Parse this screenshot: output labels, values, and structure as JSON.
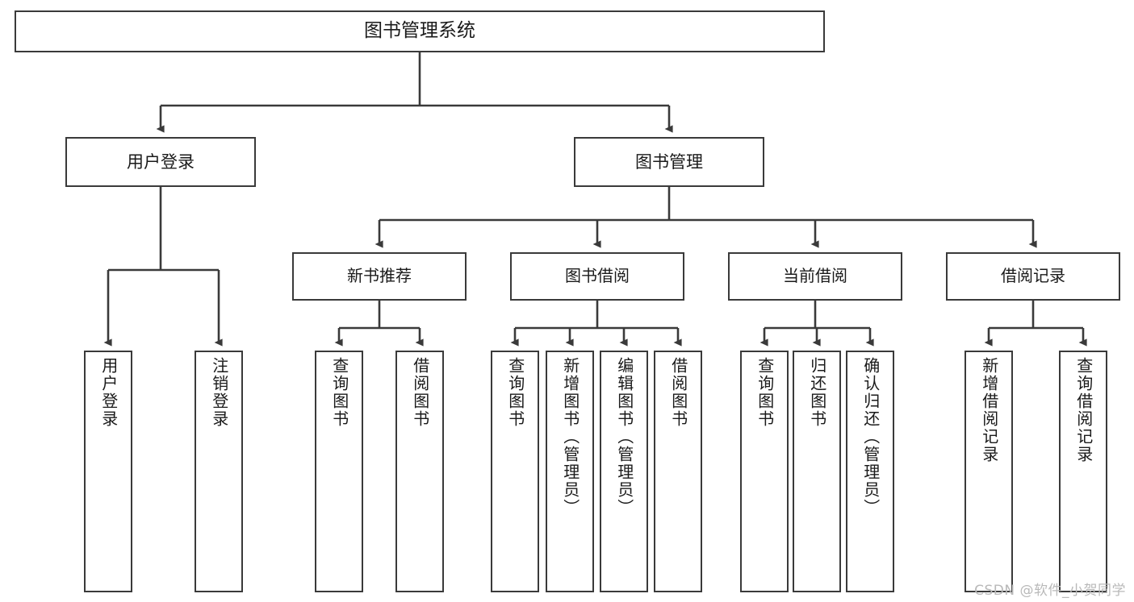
{
  "diagram": {
    "title": "图书管理系统",
    "type": "tree",
    "orientation": "top-down",
    "line_color": "#3a3a3a",
    "box_fill": "#ffffff",
    "text_color": "#1a1a1a",
    "root": {
      "label": "图书管理系统",
      "children": [
        {
          "label": "用户登录",
          "children": [
            {
              "label": "用户登录"
            },
            {
              "label": "注销登录"
            }
          ]
        },
        {
          "label": "图书管理",
          "children": [
            {
              "label": "新书推荐",
              "children": [
                {
                  "label": "查询图书"
                },
                {
                  "label": "借阅图书"
                }
              ]
            },
            {
              "label": "图书借阅",
              "children": [
                {
                  "label": "查询图书"
                },
                {
                  "label": "新增图书（管理员）"
                },
                {
                  "label": "编辑图书（管理员）"
                },
                {
                  "label": "借阅图书"
                }
              ]
            },
            {
              "label": "当前借阅",
              "children": [
                {
                  "label": "查询图书"
                },
                {
                  "label": "归还图书"
                },
                {
                  "label": "确认归还（管理员）"
                }
              ]
            },
            {
              "label": "借阅记录",
              "children": [
                {
                  "label": "新增借阅记录"
                },
                {
                  "label": "查询借阅记录"
                }
              ]
            }
          ]
        }
      ]
    }
  },
  "watermark": {
    "text": "CSDN @软件_小贺同学"
  }
}
